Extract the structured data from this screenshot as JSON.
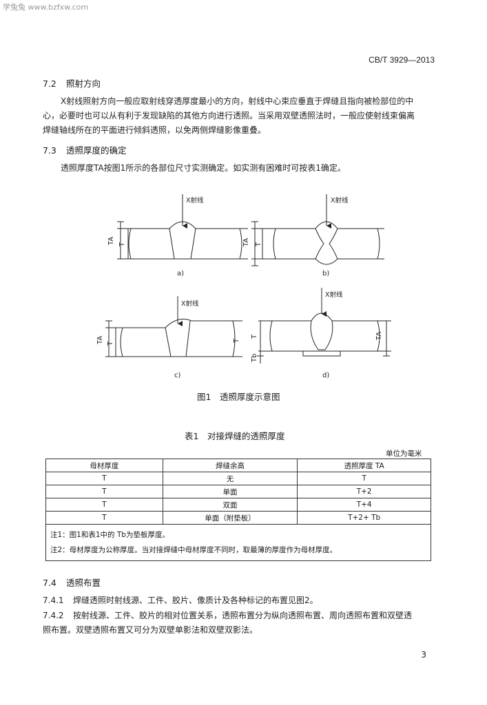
{
  "watermark": "学兔兔 www.bzfxw.com",
  "doc_number": "CB/T 3929—2013",
  "sec_7_2": {
    "num": "7.2",
    "title": "照射方向",
    "lines": [
      "X射线照射方向一般应取射线穿透厚度最小的方向，射线中心束应垂直于焊缝且指向被检部位的中",
      "心，必要时也可以从有利于发现缺陷的其他方向进行透照。当采用双壁透照法时，一般应使射线束偏离",
      "焊缝轴线所在的平面进行倾斜透照，以免两侧焊缝影像重叠。"
    ]
  },
  "sec_7_3": {
    "num": "7.3",
    "title": "透照厚度的确定",
    "line": "透照厚度TA按图1所示的各部位尺寸实测确定。如实测有困难时可按表1确定。"
  },
  "figure1": {
    "xray_label": "X射线",
    "label_TA": "TA",
    "label_T": "T",
    "label_Tb": "Tb",
    "sub_a": "a)",
    "sub_b": "b)",
    "sub_c": "c)",
    "sub_d": "d)",
    "caption": "图1　透照厚度示意图"
  },
  "table1": {
    "title": "表1　对接焊缝的透照厚度",
    "unit": "单位为毫米",
    "headers": [
      "母材厚度",
      "焊缝余高",
      "透照厚度 TA"
    ],
    "rows": [
      [
        "T",
        "无",
        "T"
      ],
      [
        "T",
        "单面",
        "T+2"
      ],
      [
        "T",
        "双面",
        "T+4"
      ],
      [
        "T",
        "单面（附垫板）",
        "T+2+ Tb"
      ]
    ],
    "notes": [
      "注1：图1和表1中的 Tb为垫板厚度。",
      "注2：母材厚度为公称厚度。当对接焊缝中母材厚度不同时，取最薄的厚度作为母材厚度。"
    ]
  },
  "sec_7_4": {
    "num": "7.4",
    "title": "透照布置",
    "item1_num": "7.4.1",
    "item1": "焊缝透照时射线源、工件、胶片、像质计及各种标记的布置见图2。",
    "item2_num": "7.4.2",
    "item2_line1": "按射线源、工件、胶片的相对位置关系，透照布置分为纵向透照布置、周向透照布置和双壁透",
    "item2_line2": "照布置。双壁透照布置又可分为双壁单影法和双壁双影法。"
  },
  "page_number": "3"
}
